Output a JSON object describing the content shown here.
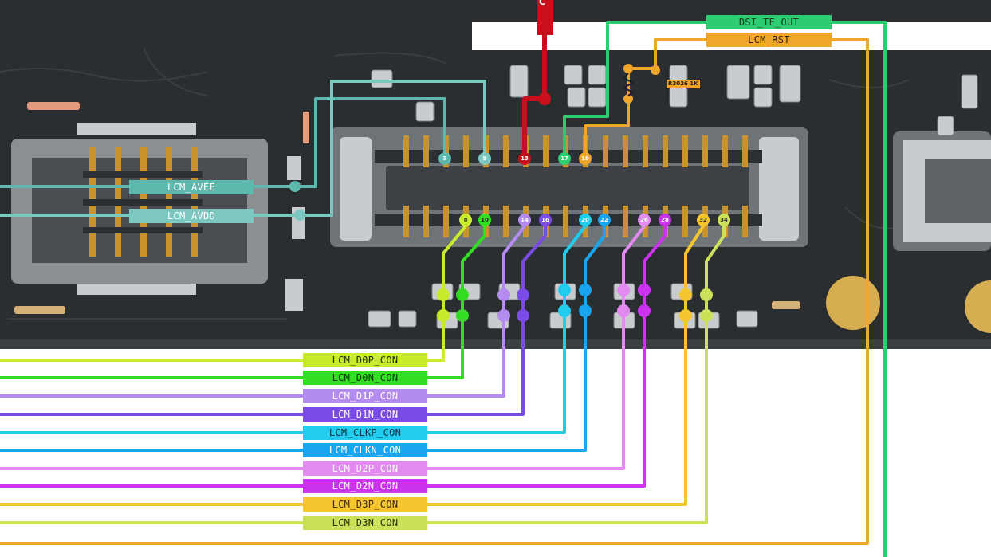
{
  "colors": {
    "board": "#2b2e31",
    "avee": "#5db8ae",
    "avdd": "#7cc8c0",
    "te": "#2ecc71",
    "rst": "#f0a62a",
    "red": "#c8101c",
    "d0p": "#c8ec2c",
    "d0n": "#33dd22",
    "d1p": "#b48cf0",
    "d1n": "#7b4be6",
    "clkp": "#22ccee",
    "clkn": "#1aa6ee",
    "d2p": "#e28af0",
    "d2n": "#cc33ee",
    "d3p": "#f5c52e",
    "d3n": "#cde05a"
  },
  "nets": {
    "te_out": "DSI_TE_OUT",
    "rst": "LCM_RST",
    "avee": "LCM_AVEE",
    "avdd": "LCM_AVDD",
    "d0p": "LCM_D0P_CON",
    "d0n": "LCM_D0N_CON",
    "d1p": "LCM_D1P_CON",
    "d1n": "LCM_D1N_CON",
    "clkp": "LCM_CLKP_CON",
    "clkn": "LCM_CLKN_CON",
    "d2p": "LCM_D2P_CON",
    "d2n": "LCM_D2N_CON",
    "d3p": "LCM_D3P_CON",
    "d3n": "LCM_D3N_CON"
  },
  "resistor": "R3026 1K",
  "top_marker": "C",
  "pins": {
    "p5": "5",
    "p9": "9",
    "p13": "13",
    "p17": "17",
    "p19": "19",
    "p8": "8",
    "p10": "10",
    "p14": "14",
    "p16": "16",
    "p20": "20",
    "p22": "22",
    "p26": "26",
    "p28": "28",
    "p32": "32",
    "p34": "34"
  }
}
